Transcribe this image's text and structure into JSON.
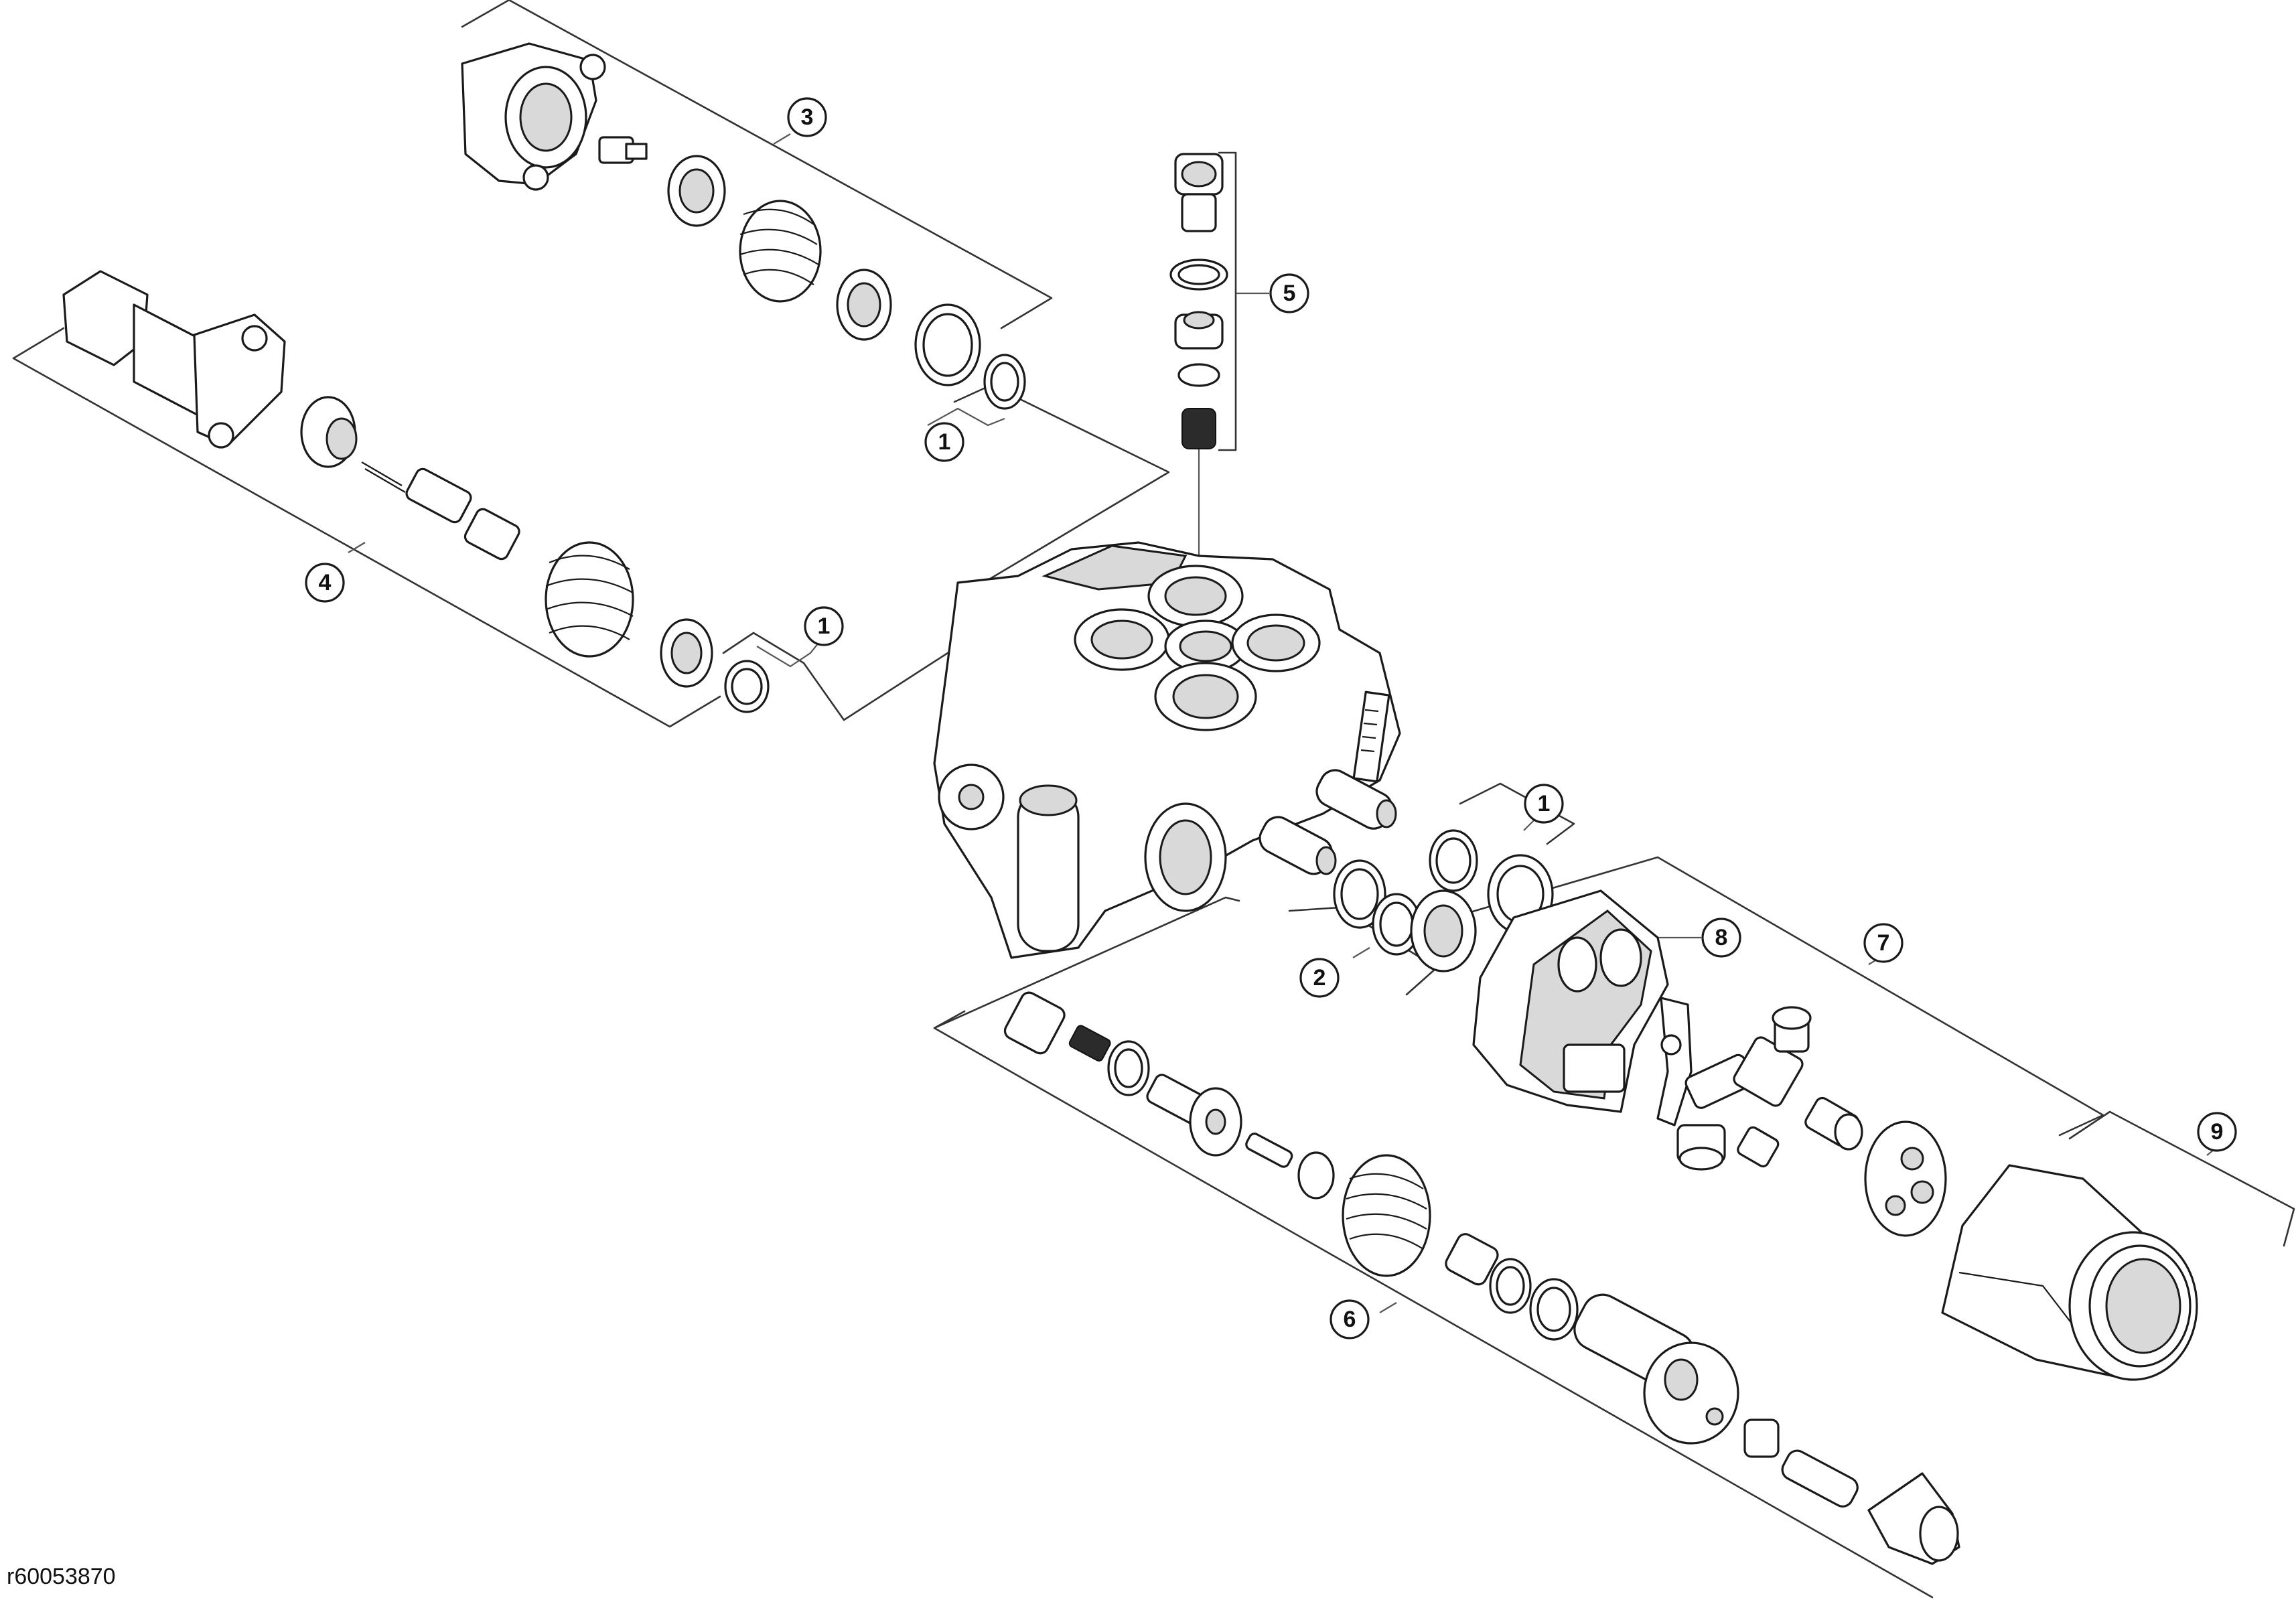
{
  "diagram": {
    "reference_code": "r60053870",
    "callouts": [
      {
        "id": "c3",
        "label": "3"
      },
      {
        "id": "c1a",
        "label": "1"
      },
      {
        "id": "c5",
        "label": "5"
      },
      {
        "id": "c4",
        "label": "4"
      },
      {
        "id": "c1b",
        "label": "1"
      },
      {
        "id": "c1c",
        "label": "1"
      },
      {
        "id": "c8",
        "label": "8"
      },
      {
        "id": "c7",
        "label": "7"
      },
      {
        "id": "c2",
        "label": "2"
      },
      {
        "id": "c9",
        "label": "9"
      },
      {
        "id": "c6",
        "label": "6"
      }
    ]
  }
}
